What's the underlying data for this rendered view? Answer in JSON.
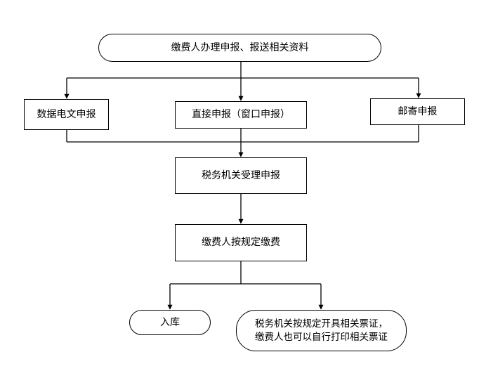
{
  "flowchart": {
    "start": "缴费人办理申报、报送相关资料",
    "channels": {
      "electronic": "数据电文申报",
      "window": "直接申报（窗口申报）",
      "mail": "邮寄申报"
    },
    "accept": "税务机关受理申报",
    "pay": "缴费人按规定缴费",
    "end_storage": "入库",
    "end_receipt": {
      "line1": "税务机关按规定开具相关票证，",
      "line2": "缴费人也可以自行打印相关票证"
    }
  },
  "colors": {
    "stroke": "#000000",
    "fill": "#ffffff",
    "text": "#000000"
  }
}
